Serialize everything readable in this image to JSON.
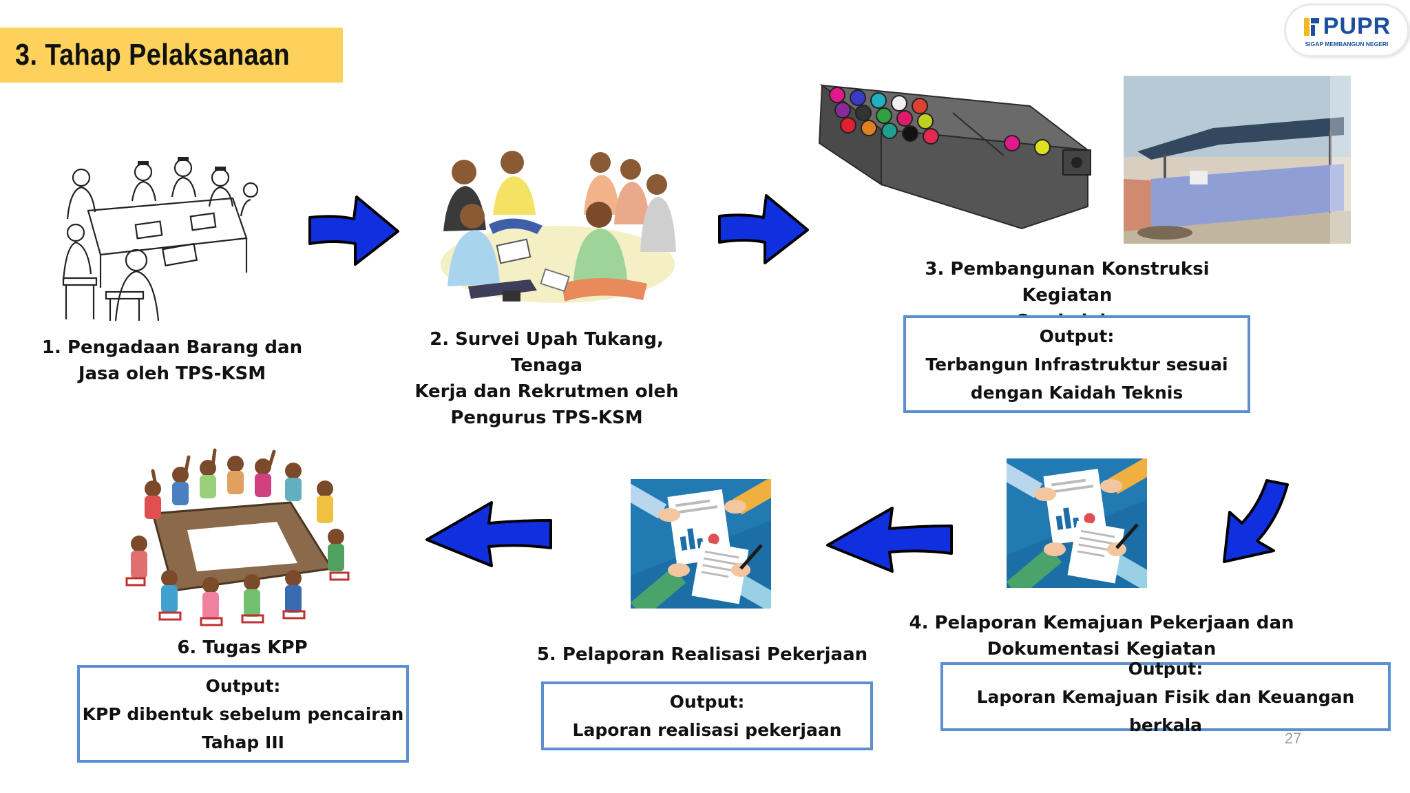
{
  "title": "3. Tahap Pelaksanaan",
  "logo": {
    "name": "PUPR",
    "tagline": "SIGAP MEMBANGUN NEGERI"
  },
  "steps": [
    {
      "label_lines": [
        "1.  Pengadaan Barang dan",
        "Jasa oleh TPS-KSM"
      ]
    },
    {
      "label_lines": [
        "2. Survei Upah Tukang, Tenaga",
        "Kerja dan Rekrutmen oleh",
        "Pengurus TPS-KSM"
      ]
    },
    {
      "label_lines": [
        "3. Pembangunan Konstruksi Kegiatan",
        "Swakelola"
      ],
      "output": [
        "Output:",
        "Terbangun Infrastruktur sesuai",
        "dengan Kaidah Teknis"
      ]
    },
    {
      "label_lines": [
        "4. Pelaporan Kemajuan Pekerjaan dan",
        "Dokumentasi Kegiatan"
      ],
      "output": [
        "Output:",
        "Laporan Kemajuan Fisik dan Keuangan berkala"
      ]
    },
    {
      "label_lines": [
        "5. Pelaporan Realisasi Pekerjaan"
      ],
      "output": [
        "Output:",
        "Laporan realisasi pekerjaan"
      ]
    },
    {
      "label_lines": [
        "6. Tugas KPP"
      ],
      "output": [
        "Output:",
        "KPP dibentuk sebelum pencairan",
        "Tahap III"
      ]
    }
  ],
  "page_number": "27",
  "colors": {
    "banner": "#fcd25c",
    "arrow": "#1030e0",
    "box_border": "#5b8fd0",
    "logo": "#1a4fa0"
  }
}
